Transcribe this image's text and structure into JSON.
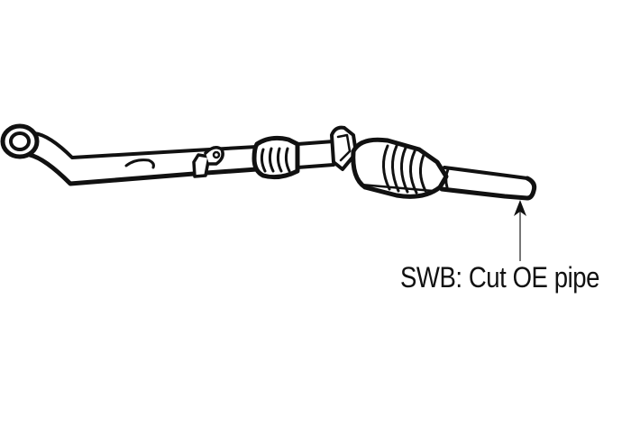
{
  "diagram": {
    "subject": "exhaust front pipe with catalytic converter",
    "components": [
      {
        "id": "inlet-flange",
        "label": ""
      },
      {
        "id": "front-pipe",
        "label": ""
      },
      {
        "id": "mounting-bracket",
        "label": ""
      },
      {
        "id": "flex-section",
        "label": ""
      },
      {
        "id": "hanger-loop",
        "label": ""
      },
      {
        "id": "catalytic-converter",
        "label": ""
      },
      {
        "id": "tail-pipe",
        "label": ""
      }
    ],
    "callout": {
      "text": "SWB: Cut OE pipe",
      "target": "tail-pipe"
    },
    "colors": {
      "line": "#111111",
      "arrow": "#555555",
      "background": "#ffffff"
    }
  }
}
